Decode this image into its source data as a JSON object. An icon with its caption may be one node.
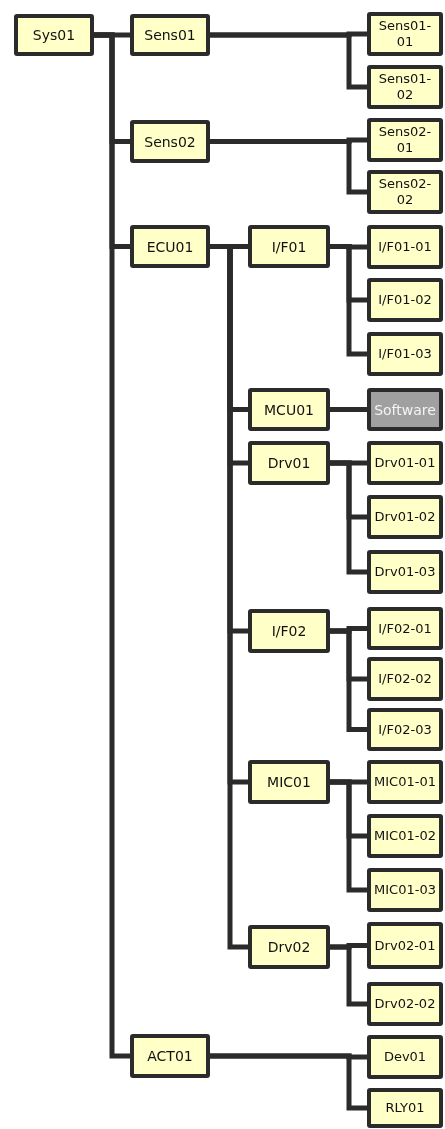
{
  "diagram": {
    "nodes": [
      {
        "text": [
          "Sys01"
        ]
      },
      {
        "text": [
          "Sens01"
        ]
      },
      {
        "text": [
          "Sens01-01"
        ]
      },
      {
        "text": [
          "Sens01-02"
        ]
      },
      {
        "text": [
          "Sens02"
        ]
      },
      {
        "text": [
          "Sens02-01"
        ]
      },
      {
        "text": [
          "Sens02-02"
        ]
      },
      {
        "text": [
          "ECU01"
        ]
      },
      {
        "text": [
          "I/F01"
        ]
      },
      {
        "text": [
          "I/F01-01"
        ]
      },
      {
        "text": [
          "I/F01-02"
        ]
      },
      {
        "text": [
          "I/F01-03"
        ]
      },
      {
        "text": [
          "MCU01"
        ]
      },
      {
        "text": [
          "Software"
        ]
      },
      {
        "text": [
          "Drv01"
        ]
      },
      {
        "text": [
          "Drv01-01"
        ]
      },
      {
        "text": [
          "Drv01-02"
        ]
      },
      {
        "text": [
          "Drv01-03"
        ]
      },
      {
        "text": [
          "I/F02"
        ]
      },
      {
        "text": [
          "I/F02-01"
        ]
      },
      {
        "text": [
          "I/F02-02"
        ]
      },
      {
        "text": [
          "I/F02-03"
        ]
      },
      {
        "text": [
          "MIC01"
        ]
      },
      {
        "text": [
          "MIC01-01"
        ]
      },
      {
        "text": [
          "MIC01-02"
        ]
      },
      {
        "text": [
          "MIC01-03"
        ]
      },
      {
        "text": [
          "Drv02"
        ]
      },
      {
        "text": [
          "Drv02-01"
        ]
      },
      {
        "text": [
          "Drv02-02"
        ]
      },
      {
        "text": [
          "ACT01"
        ]
      },
      {
        "text": [
          "Dev01"
        ]
      },
      {
        "text": [
          "RLY01"
        ]
      }
    ],
    "edges": [
      {
        "from": 0,
        "to": 1,
        "arrow": "none"
      },
      {
        "from": 0,
        "to": 4,
        "arrow": "none"
      },
      {
        "from": 0,
        "to": 7,
        "arrow": "none"
      },
      {
        "from": 0,
        "to": 29,
        "arrow": "none"
      },
      {
        "from": 1,
        "to": 2,
        "arrow": "none"
      },
      {
        "from": 1,
        "to": 3,
        "arrow": "none"
      },
      {
        "from": 4,
        "to": 5,
        "arrow": "none"
      },
      {
        "from": 4,
        "to": 6,
        "arrow": "none"
      },
      {
        "from": 7,
        "to": 8,
        "arrow": "none"
      },
      {
        "from": 7,
        "to": 12,
        "arrow": "none"
      },
      {
        "from": 7,
        "to": 14,
        "arrow": "none"
      },
      {
        "from": 7,
        "to": 18,
        "arrow": "none"
      },
      {
        "from": 7,
        "to": 22,
        "arrow": "none"
      },
      {
        "from": 7,
        "to": 26,
        "arrow": "none"
      },
      {
        "from": 8,
        "to": 9,
        "arrow": "none"
      },
      {
        "from": 8,
        "to": 10,
        "arrow": "none"
      },
      {
        "from": 8,
        "to": 11,
        "arrow": "none"
      },
      {
        "from": 12,
        "to": 13,
        "arrow": "none"
      },
      {
        "from": 14,
        "to": 15,
        "arrow": "none"
      },
      {
        "from": 14,
        "to": 16,
        "arrow": "none"
      },
      {
        "from": 14,
        "to": 17,
        "arrow": "none"
      },
      {
        "from": 18,
        "to": 19,
        "arrow": "none"
      },
      {
        "from": 18,
        "to": 20,
        "arrow": "none"
      },
      {
        "from": 18,
        "to": 21,
        "arrow": "none"
      },
      {
        "from": 22,
        "to": 23,
        "arrow": "none"
      },
      {
        "from": 22,
        "to": 24,
        "arrow": "none"
      },
      {
        "from": 22,
        "to": 25,
        "arrow": "none"
      },
      {
        "from": 26,
        "to": 27,
        "arrow": "none"
      },
      {
        "from": 26,
        "to": 28,
        "arrow": "none"
      },
      {
        "from": 29,
        "to": 30,
        "arrow": "none"
      },
      {
        "from": 29,
        "to": 31,
        "arrow": "none"
      }
    ]
  }
}
